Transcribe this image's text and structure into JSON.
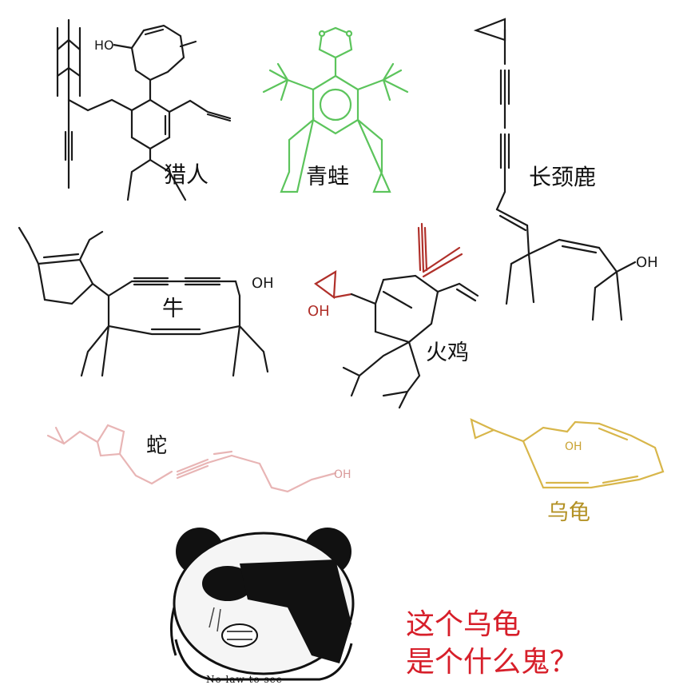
{
  "labels": {
    "hunter": "猎人",
    "frog": "青蛙",
    "giraffe": "长颈鹿",
    "cow": "牛",
    "turkey": "火鸡",
    "snake": "蛇",
    "turtle": "乌龟"
  },
  "atoms": {
    "hunter_oh": "HO",
    "giraffe_oh": "OH",
    "cow_oh": "OH",
    "turkey_oh": "OH",
    "snake_oh": "OH",
    "turtle_oh": "OH"
  },
  "meme": {
    "caption_line1": "这个乌龟",
    "caption_line2": "是个什么鬼？",
    "panda_text": "No law to see"
  },
  "colors": {
    "black_ink": "#1a1a1a",
    "frog_green": "#5cc45c",
    "turkey_red": "#b0302a",
    "snake_pink": "#e8b5b5",
    "turtle_gold": "#d8b64a",
    "caption_red": "#d71f2a"
  }
}
